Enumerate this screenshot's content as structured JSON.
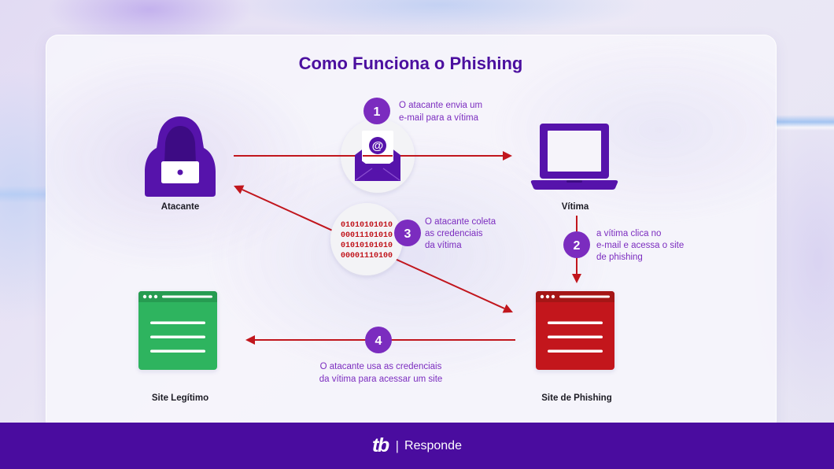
{
  "title": "Como Funciona o Phishing",
  "nodes": {
    "attacker": {
      "label": "Atacante",
      "icon": "hooded-hacker-icon"
    },
    "victim": {
      "label": "Vítima",
      "icon": "laptop-icon"
    },
    "legit_site": {
      "label": "Site Legítimo",
      "icon": "browser-window-icon"
    },
    "phishing_site": {
      "label": "Site de Phishing",
      "icon": "browser-window-icon"
    }
  },
  "email_icon": {
    "icon": "envelope-icon",
    "symbol": "@"
  },
  "binary_icon": {
    "icon": "binary-data-icon",
    "lines": [
      "01010101010",
      "00011101010",
      "01010101010",
      "00001110100"
    ]
  },
  "steps": [
    {
      "number": "1",
      "lines": [
        "O atacante envia um",
        "e-mail para a vítima"
      ]
    },
    {
      "number": "2",
      "lines": [
        "a vítima clica no",
        "e-mail e acessa o site",
        "de phishing"
      ]
    },
    {
      "number": "3",
      "lines": [
        "O atacante coleta",
        "as credenciais",
        "da vítima"
      ]
    },
    {
      "number": "4",
      "lines": [
        "O atacante usa as credenciais",
        "da vítima para acessar um site"
      ]
    }
  ],
  "footer": {
    "logo": "tb",
    "separator": "|",
    "label": "Responde"
  },
  "colors": {
    "icon_purple": "#5613ab",
    "title_purple": "#4b0f9f",
    "step_purple": "#7b2cbf",
    "arrow_red": "#c1161d",
    "phishing_red": "#c3161e",
    "legit_green": "#2fb45f",
    "footer_purple": "#4a0c9f"
  }
}
